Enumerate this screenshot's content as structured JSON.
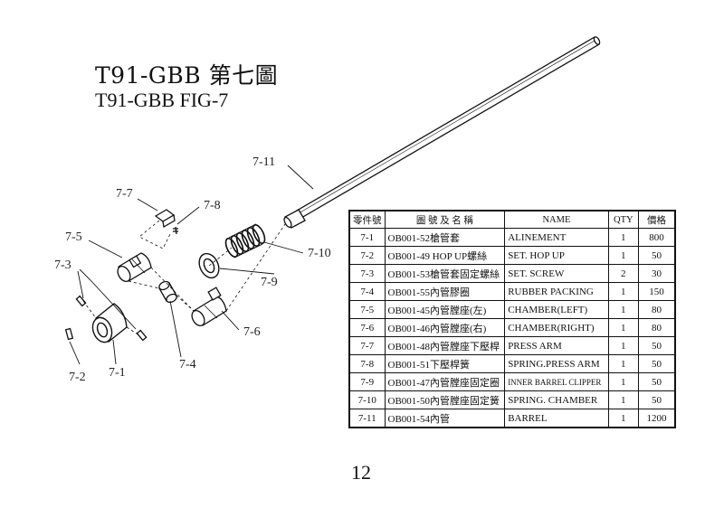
{
  "header": {
    "title_line1": "T91-GBB 第七圖",
    "title_line2": "T91-GBB FIG-7"
  },
  "diagram": {
    "callouts": [
      "7-1",
      "7-2",
      "7-3",
      "7-4",
      "7-5",
      "7-6",
      "7-7",
      "7-8",
      "7-9",
      "7-10",
      "7-11"
    ]
  },
  "table": {
    "headers": [
      "零件號",
      "圖 號 及 名 稱",
      "NAME",
      "QTY",
      "價格"
    ],
    "rows": [
      [
        "7-1",
        "OB001-52槍管套",
        "ALINEMENT",
        "1",
        "800"
      ],
      [
        "7-2",
        "OB001-49 HOP UP螺絲",
        "SET. HOP UP",
        "1",
        "50"
      ],
      [
        "7-3",
        "OB001-53槍管套固定螺絲",
        "SET. SCREW",
        "2",
        "30"
      ],
      [
        "7-4",
        "OB001-55內管膠圈",
        "RUBBER PACKING",
        "1",
        "150"
      ],
      [
        "7-5",
        "OB001-45內管膛座(左)",
        "CHAMBER(LEFT)",
        "1",
        "80"
      ],
      [
        "7-6",
        "OB001-46內管膛座(右)",
        "CHAMBER(RIGHT)",
        "1",
        "80"
      ],
      [
        "7-7",
        "OB001-48內管膛座下壓桿",
        "PRESS ARM",
        "1",
        "50"
      ],
      [
        "7-8",
        "OB001-51下壓桿簧",
        "SPRING.PRESS ARM",
        "1",
        "50"
      ],
      [
        "7-9",
        "OB001-47內管膛座固定圈",
        "INNER BARREL CLIPPER",
        "1",
        "50"
      ],
      [
        "7-10",
        "OB001-50內管膛座固定簧",
        "SPRING. CHAMBER",
        "1",
        "50"
      ],
      [
        "7-11",
        "OB001-54內管",
        "BARREL",
        "1",
        "1200"
      ]
    ]
  },
  "footer": {
    "page_number": "12"
  }
}
